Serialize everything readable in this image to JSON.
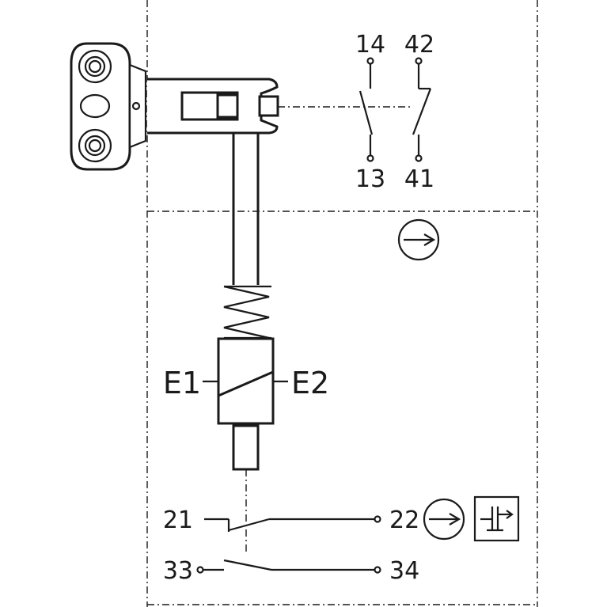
{
  "terminals": {
    "t14": "14",
    "t42": "42",
    "t13": "13",
    "t41": "41",
    "t21": "21",
    "t22": "22",
    "t33": "33",
    "t34": "34"
  },
  "coil": {
    "e1": "E1",
    "e2": "E2"
  },
  "icons": {
    "direction_upper": "arrow-circle-icon",
    "direction_lower": "arrow-circle-icon",
    "function_box": "release-function-icon"
  },
  "colors": {
    "line": "#1a1a1a",
    "background": "#ffffff"
  }
}
